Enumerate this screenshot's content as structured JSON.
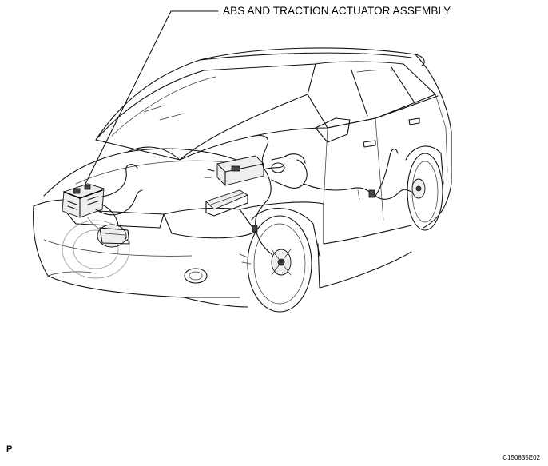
{
  "callout": {
    "label": "ABS AND TRACTION ACTUATOR ASSEMBLY"
  },
  "corners": {
    "left_mark": "P",
    "figure_code": "C150835E02"
  }
}
